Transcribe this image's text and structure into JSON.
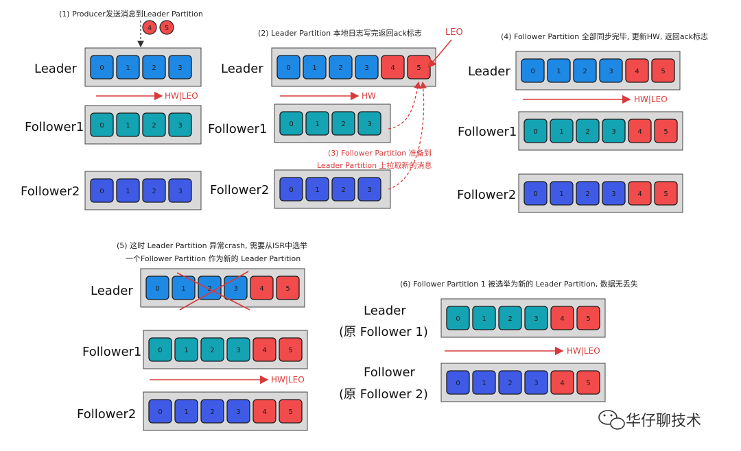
{
  "captions": {
    "step1": "(1) Producer发送消息到Leader Partition",
    "step2": "(2) Leader Partition 本地日志写完返回ack标志",
    "step3_line1": "(3) Follower Partition 准备到",
    "step3_line2": "Leader Partition 上拉取新的消息",
    "step4": "(4) Follower Partition 全部同步完毕, 更新HW, 返回ack标志",
    "step5_line1": "(5) 这时 Leader Partition 异常crash, 需要从ISR中选举",
    "step5_line2": "一个Follower Partition 作为新的 Leader Partition",
    "step6": "(6) Follower Partition 1 被选举为新的 Leader Partition, 数据无丢失"
  },
  "labels": {
    "leader": "Leader",
    "follower1": "Follower1",
    "follower2": "Follower2",
    "new_leader_line1": "Leader",
    "new_leader_line2": "(原 Follower 1)",
    "new_follower_line1": "Follower",
    "new_follower_line2": "(原 Follower 2)"
  },
  "markers": {
    "hw_leo": "HW|LEO",
    "hw": "HW",
    "leo": "LEO"
  },
  "producer_messages": [
    "4",
    "5"
  ],
  "offsets": [
    "0",
    "1",
    "2",
    "3",
    "4",
    "5"
  ],
  "colors": {
    "leader_cell": "#1e88e5",
    "follower1_cell": "#14a3b3",
    "follower2_cell": "#3f5be6",
    "new_msg_cell": "#f24b4b",
    "frame": "#d9d9d9",
    "arrow": "#d93a3a"
  },
  "watermark": "华仔聊技术"
}
